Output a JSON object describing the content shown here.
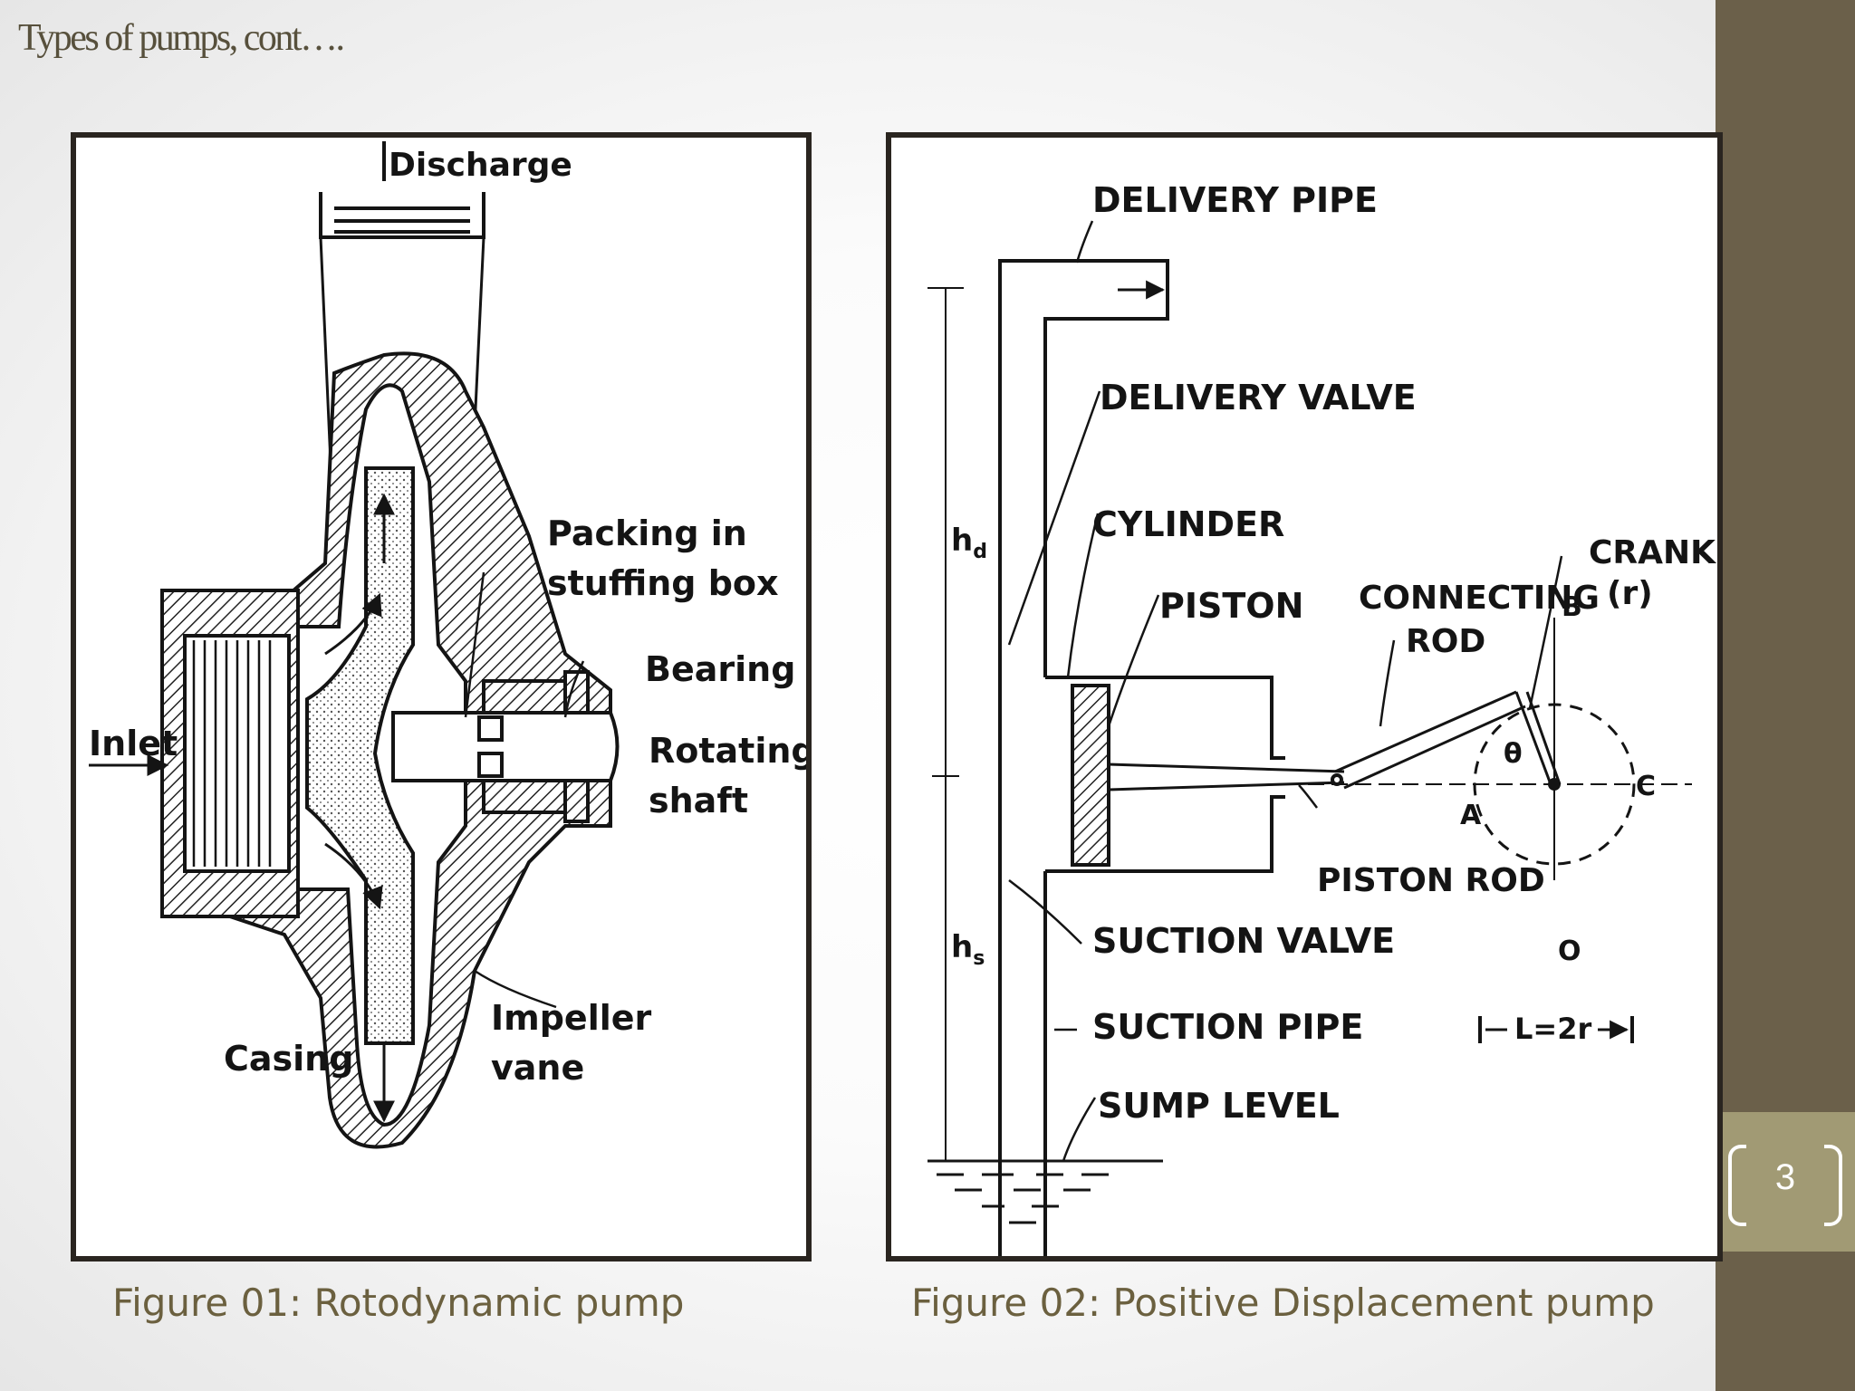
{
  "slide": {
    "title": "Types of pumps, cont….",
    "page_number": "3"
  },
  "figure1": {
    "caption": "Figure 01:  Rotodynamic pump",
    "labels": {
      "discharge": "Discharge",
      "packing_line1": "Packing in",
      "packing_line2": "stuffing box",
      "bearing": "Bearing",
      "shaft_line1": "Rotating",
      "shaft_line2": "shaft",
      "inlet": "Inlet",
      "impeller_line1": "Impeller",
      "impeller_line2": "vane",
      "casing": "Casing"
    }
  },
  "figure2": {
    "caption": "Figure 02: Positive Displacement pump",
    "labels": {
      "delivery_pipe": "DELIVERY PIPE",
      "delivery_valve": "DELIVERY VALVE",
      "cylinder": "CYLINDER",
      "piston": "PISTON",
      "connecting_rod_line1": "CONNECTING",
      "connecting_rod_line2": "ROD",
      "crank_line1": "CRANK",
      "crank_line2": "(r)",
      "point_b": "B",
      "theta": "θ",
      "point_a": "A",
      "point_c": "C",
      "point_o": "O",
      "piston_rod": "PISTON ROD",
      "suction_valve": "SUCTION VALVE",
      "suction_pipe": "SUCTION PIPE",
      "sump_level": "SUMP LEVEL",
      "stroke_length": "L=2r",
      "hd_main": "h",
      "hd_sub": "d",
      "hs_main": "h",
      "hs_sub": "s"
    }
  }
}
